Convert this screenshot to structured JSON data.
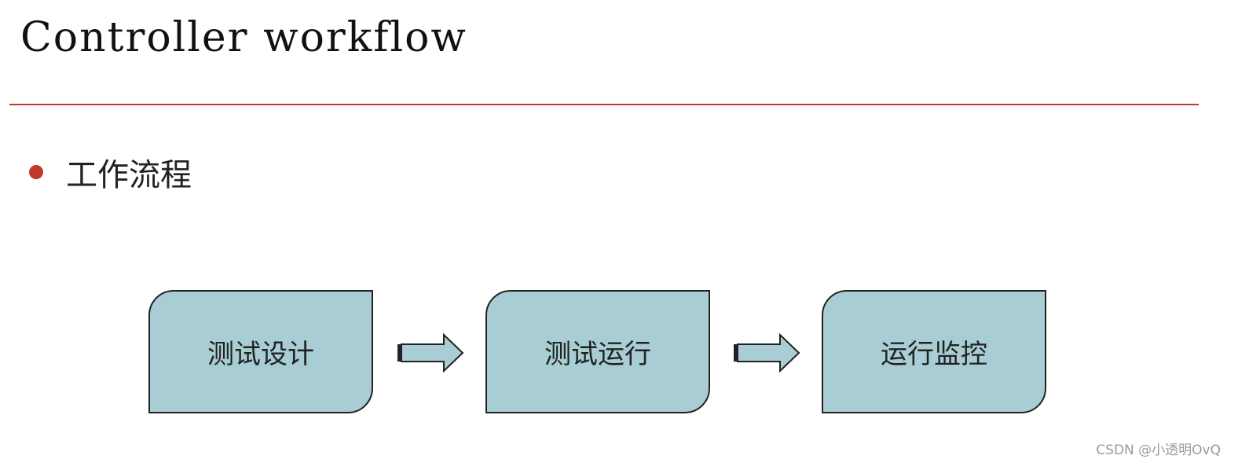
{
  "slide": {
    "title": "Controller workflow",
    "bullet": "工作流程"
  },
  "flow": {
    "steps": [
      {
        "label": "测试设计"
      },
      {
        "label": "测试运行"
      },
      {
        "label": "运行监控"
      }
    ]
  },
  "watermark": "CSDN @小透明OvQ",
  "colors": {
    "accent": "#c0392b",
    "box_fill": "#a9cdd4",
    "outline": "#222222"
  },
  "icons": {
    "bullet": "bullet-dot-icon",
    "connector": "right-arrow-icon"
  }
}
